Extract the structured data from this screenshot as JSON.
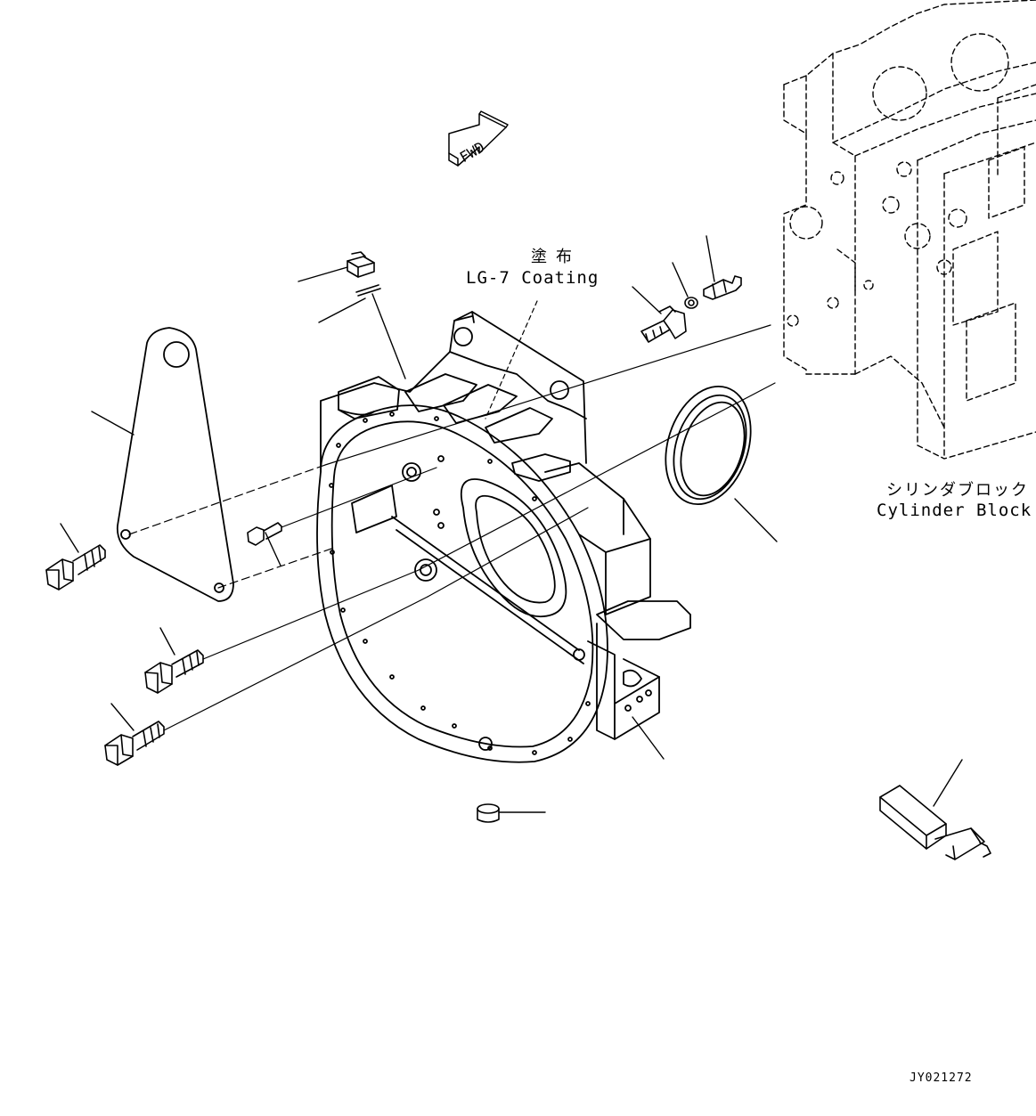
{
  "labels": {
    "coating_jp": "塗布",
    "coating_en": "LG-7 Coating",
    "cylinder_block_jp": "シリンダブロック",
    "cylinder_block_en": "Cylinder Block",
    "fwd": "FWD",
    "drawing_code": "JY021272"
  },
  "colors": {
    "line": "#000000",
    "background": "#ffffff"
  }
}
